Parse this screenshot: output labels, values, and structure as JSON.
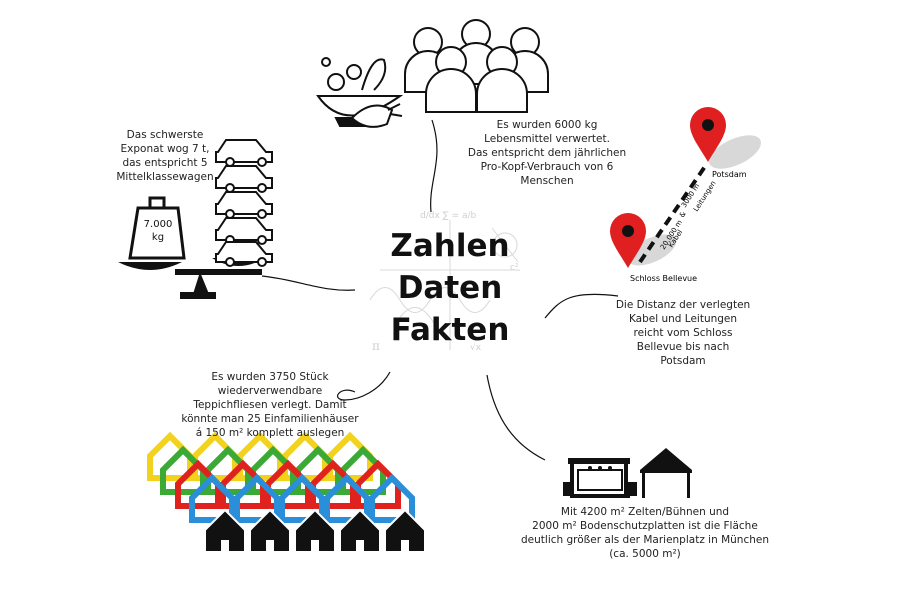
{
  "title": {
    "line1": "Zahlen",
    "line2": "Daten",
    "line3": "Fakten"
  },
  "facts": {
    "food": "Es wurden 6000 kg\nLebensmittel verwertet.\nDas entspricht dem jährlichen\nPro-Kopf-Verbrauch von 6\nMenschen",
    "weight": "Das schwerste\nExponat wog 7 t,\ndas entspricht 5\nMittelklassewagen",
    "distance": "Die Distanz der verlegten\nKabel und Leitungen\nreicht vom Schloss\nBellevue bis nach\nPotsdam",
    "carpet": "Es wurden 3750 Stück\nwiederverwendbare\nTeppichfliesen verlegt. Damit\nkönnte man 25 Einfamilienhäuser\ná 150 m² komplett auslegen",
    "tents": "Mit 4200 m² Zelten/Bühnen und\n2000 m² Bodenschutzplatten ist die Fläche\ndeutlich größer als der Marienplatz in München\n(ca. 5000 m²)"
  },
  "weight_label": {
    "line1": "7.000",
    "line2": "kg"
  },
  "map": {
    "pin_top": "Potsdam",
    "pin_bottom": "Schloss Bellevue",
    "route_label_1": "20.000 m",
    "route_label_2": "Kabel",
    "route_label_3": "&",
    "route_label_4": "3000 m",
    "route_label_5": "Leitungen"
  },
  "colors": {
    "pin_red": "#e02020",
    "house_yellow": "#f2d21c",
    "house_green": "#3aa935",
    "house_red": "#e0221e",
    "house_blue": "#2a8fd8",
    "house_black": "#111111"
  },
  "icons": [
    "salad-bowl-icon",
    "people-group-icon",
    "map-pin-icon",
    "scale-icon",
    "car-icon",
    "house-icon",
    "stage-icon",
    "tent-icon"
  ]
}
